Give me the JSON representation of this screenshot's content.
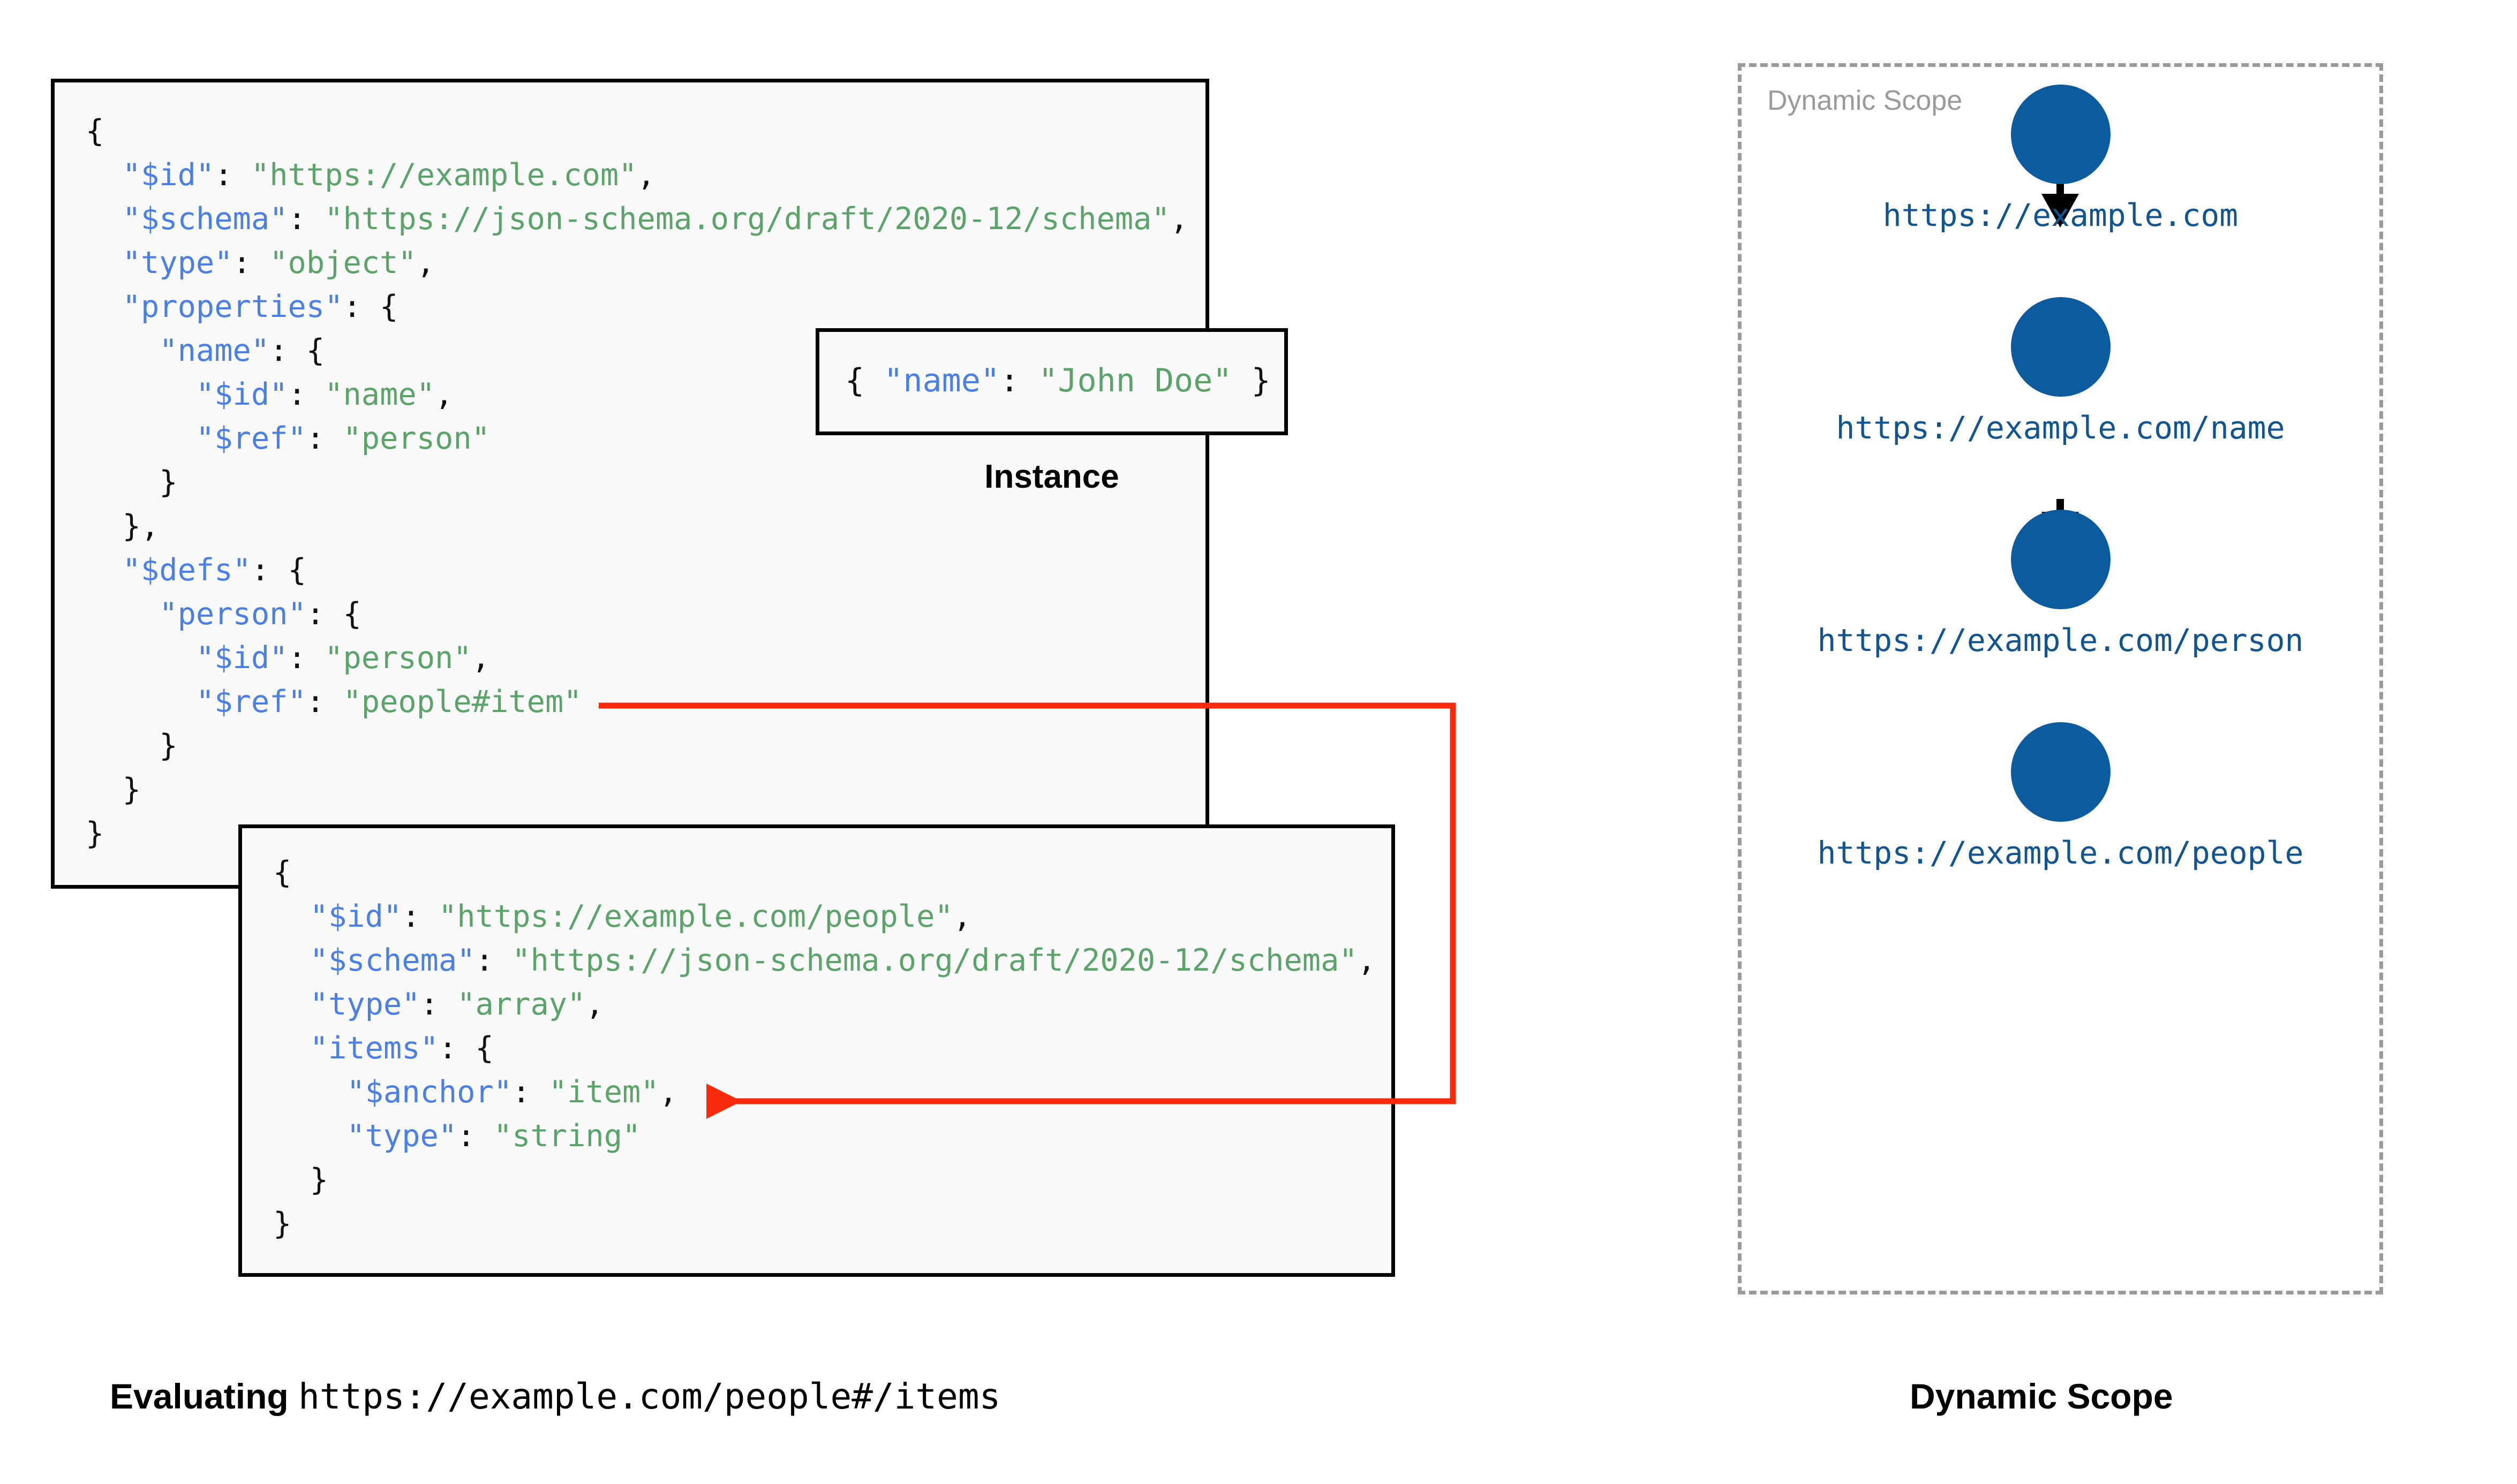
{
  "schema_root": {
    "lines": [
      [
        {
          "t": "{",
          "c": "p"
        }
      ],
      [
        {
          "t": "  ",
          "c": "p"
        },
        {
          "t": "\"$id\"",
          "c": "k"
        },
        {
          "t": ": ",
          "c": "p"
        },
        {
          "t": "\"https://example.com\"",
          "c": "s"
        },
        {
          "t": ",",
          "c": "p"
        }
      ],
      [
        {
          "t": "  ",
          "c": "p"
        },
        {
          "t": "\"$schema\"",
          "c": "k"
        },
        {
          "t": ": ",
          "c": "p"
        },
        {
          "t": "\"https://json-schema.org/draft/2020-12/schema\"",
          "c": "s"
        },
        {
          "t": ",",
          "c": "p"
        }
      ],
      [
        {
          "t": "  ",
          "c": "p"
        },
        {
          "t": "\"type\"",
          "c": "k"
        },
        {
          "t": ": ",
          "c": "p"
        },
        {
          "t": "\"object\"",
          "c": "s"
        },
        {
          "t": ",",
          "c": "p"
        }
      ],
      [
        {
          "t": "  ",
          "c": "p"
        },
        {
          "t": "\"properties\"",
          "c": "k"
        },
        {
          "t": ": {",
          "c": "p"
        }
      ],
      [
        {
          "t": "    ",
          "c": "p"
        },
        {
          "t": "\"name\"",
          "c": "k"
        },
        {
          "t": ": {",
          "c": "p"
        }
      ],
      [
        {
          "t": "      ",
          "c": "p"
        },
        {
          "t": "\"$id\"",
          "c": "k"
        },
        {
          "t": ": ",
          "c": "p"
        },
        {
          "t": "\"name\"",
          "c": "s"
        },
        {
          "t": ",",
          "c": "p"
        }
      ],
      [
        {
          "t": "      ",
          "c": "p"
        },
        {
          "t": "\"$ref\"",
          "c": "k"
        },
        {
          "t": ": ",
          "c": "p"
        },
        {
          "t": "\"person\"",
          "c": "s"
        }
      ],
      [
        {
          "t": "    }",
          "c": "p"
        }
      ],
      [
        {
          "t": "  },",
          "c": "p"
        }
      ],
      [
        {
          "t": "  ",
          "c": "p"
        },
        {
          "t": "\"$defs\"",
          "c": "k"
        },
        {
          "t": ": {",
          "c": "p"
        }
      ],
      [
        {
          "t": "    ",
          "c": "p"
        },
        {
          "t": "\"person\"",
          "c": "k"
        },
        {
          "t": ": {",
          "c": "p"
        }
      ],
      [
        {
          "t": "      ",
          "c": "p"
        },
        {
          "t": "\"$id\"",
          "c": "k"
        },
        {
          "t": ": ",
          "c": "p"
        },
        {
          "t": "\"person\"",
          "c": "s"
        },
        {
          "t": ",",
          "c": "p"
        }
      ],
      [
        {
          "t": "      ",
          "c": "p"
        },
        {
          "t": "\"$ref\"",
          "c": "k"
        },
        {
          "t": ": ",
          "c": "p"
        },
        {
          "t": "\"people#item\"",
          "c": "s"
        }
      ],
      [
        {
          "t": "    }",
          "c": "p"
        }
      ],
      [
        {
          "t": "  }",
          "c": "p"
        }
      ],
      [
        {
          "t": "}",
          "c": "p"
        }
      ]
    ]
  },
  "instance": {
    "label": "Instance",
    "lines": [
      [
        {
          "t": "{ ",
          "c": "p"
        },
        {
          "t": "\"name\"",
          "c": "k"
        },
        {
          "t": ": ",
          "c": "p"
        },
        {
          "t": "\"John Doe\"",
          "c": "s"
        },
        {
          "t": " }",
          "c": "p"
        }
      ]
    ]
  },
  "schema_people": {
    "lines": [
      [
        {
          "t": "{",
          "c": "p"
        }
      ],
      [
        {
          "t": "  ",
          "c": "p"
        },
        {
          "t": "\"$id\"",
          "c": "k"
        },
        {
          "t": ": ",
          "c": "p"
        },
        {
          "t": "\"https://example.com/people\"",
          "c": "s"
        },
        {
          "t": ",",
          "c": "p"
        }
      ],
      [
        {
          "t": "  ",
          "c": "p"
        },
        {
          "t": "\"$schema\"",
          "c": "k"
        },
        {
          "t": ": ",
          "c": "p"
        },
        {
          "t": "\"https://json-schema.org/draft/2020-12/schema\"",
          "c": "s"
        },
        {
          "t": ",",
          "c": "p"
        }
      ],
      [
        {
          "t": "  ",
          "c": "p"
        },
        {
          "t": "\"type\"",
          "c": "k"
        },
        {
          "t": ": ",
          "c": "p"
        },
        {
          "t": "\"array\"",
          "c": "s"
        },
        {
          "t": ",",
          "c": "p"
        }
      ],
      [
        {
          "t": "  ",
          "c": "p"
        },
        {
          "t": "\"items\"",
          "c": "k"
        },
        {
          "t": ": {",
          "c": "p"
        }
      ],
      [
        {
          "t": "    ",
          "c": "p"
        },
        {
          "t": "\"$anchor\"",
          "c": "k"
        },
        {
          "t": ": ",
          "c": "p"
        },
        {
          "t": "\"item\"",
          "c": "s"
        },
        {
          "t": ",",
          "c": "p"
        }
      ],
      [
        {
          "t": "    ",
          "c": "p"
        },
        {
          "t": "\"type\"",
          "c": "k"
        },
        {
          "t": ": ",
          "c": "p"
        },
        {
          "t": "\"string\"",
          "c": "s"
        }
      ],
      [
        {
          "t": "  }",
          "c": "p"
        }
      ],
      [
        {
          "t": "}",
          "c": "p"
        }
      ]
    ]
  },
  "ref_arrow": {
    "color": "#f72b0b",
    "from_label": "\"people#item\"",
    "to_label": "\"$anchor\": \"item\""
  },
  "captions": {
    "evaluating_prefix": "Evaluating ",
    "evaluating_uri": "https://example.com/people#/items",
    "dynamic_scope": "Dynamic Scope"
  },
  "scope_panel": {
    "title": "Dynamic Scope",
    "node_color": "#0b5b9e",
    "label_color": "#11548f",
    "border_color": "#9a9a9a",
    "nodes": [
      {
        "label": "https://example.com"
      },
      {
        "label": "https://example.com/name"
      },
      {
        "label": "https://example.com/person"
      },
      {
        "label": "https://example.com/people"
      }
    ]
  }
}
